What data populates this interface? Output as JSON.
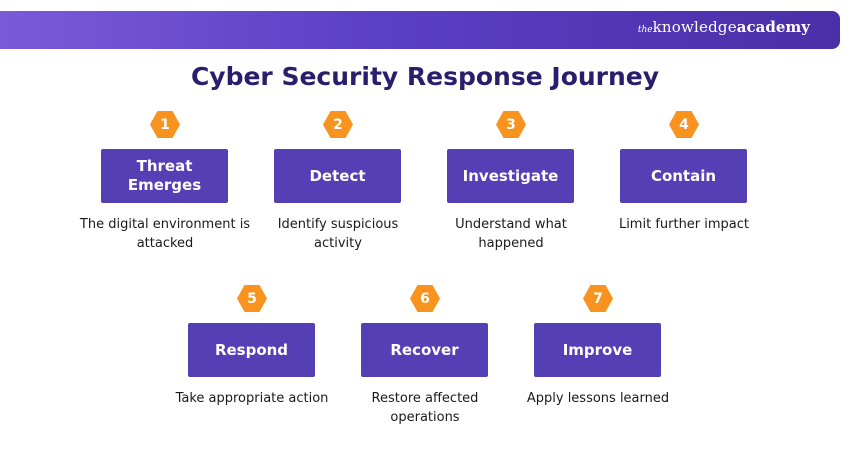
{
  "brand": {
    "prefix": "the",
    "name": "knowledge",
    "suffix": "academy"
  },
  "title": "Cyber Security Response Journey",
  "colors": {
    "banner": "#5a40c4",
    "title": "#2a1d6c",
    "box": "#543fb5",
    "badge": "#f7931e"
  },
  "steps": [
    {
      "number": "1",
      "label": "Threat Emerges",
      "description": "The digital environment is attacked"
    },
    {
      "number": "2",
      "label": "Detect",
      "description": "Identify suspicious activity"
    },
    {
      "number": "3",
      "label": "Investigate",
      "description": "Understand what happened"
    },
    {
      "number": "4",
      "label": "Contain",
      "description": "Limit further impact"
    },
    {
      "number": "5",
      "label": "Respond",
      "description": "Take appropriate action"
    },
    {
      "number": "6",
      "label": "Recover",
      "description": "Restore affected operations"
    },
    {
      "number": "7",
      "label": "Improve",
      "description": "Apply lessons learned"
    }
  ]
}
